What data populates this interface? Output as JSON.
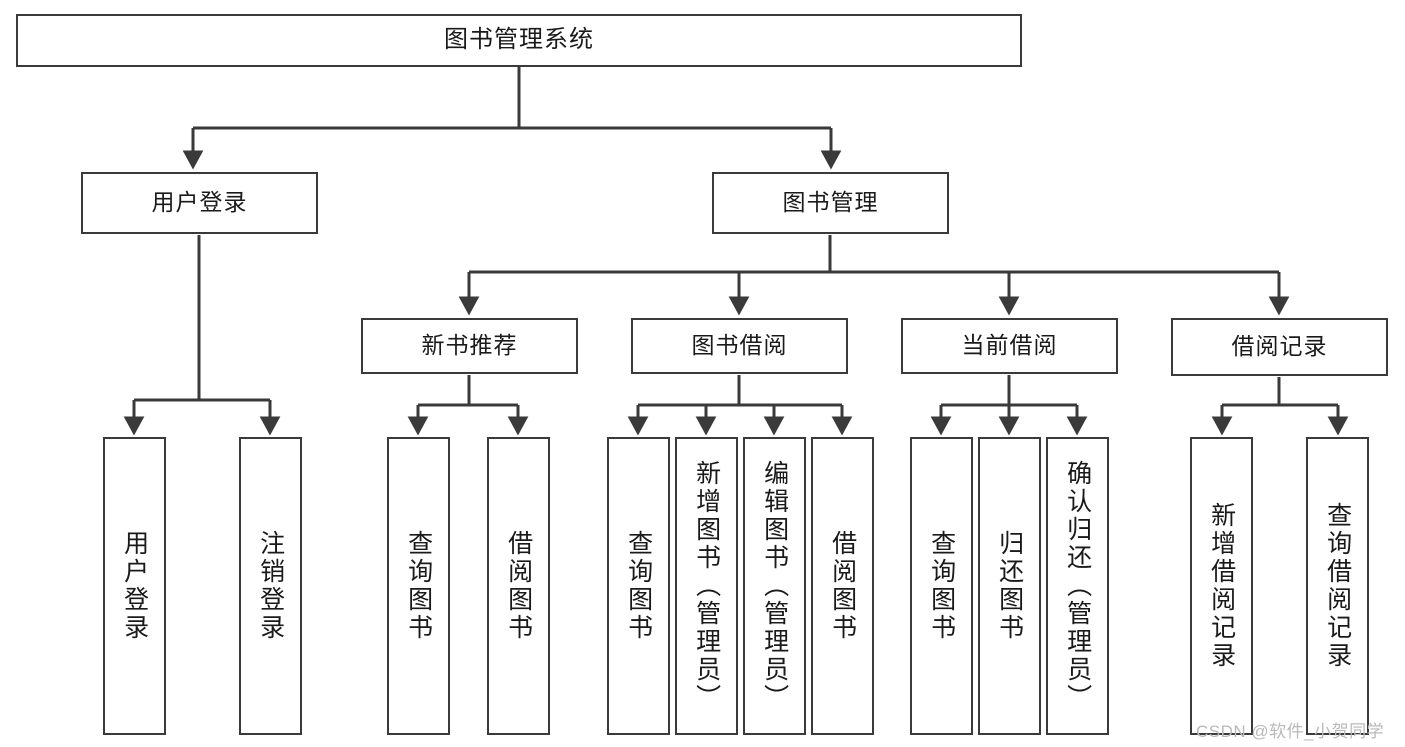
{
  "diagram": {
    "title": "图书管理系统",
    "type": "tree",
    "root": {
      "label": "图书管理系统"
    },
    "level1": [
      {
        "label": "用户登录"
      },
      {
        "label": "图书管理"
      }
    ],
    "level2": [
      {
        "label": "新书推荐",
        "parent": "图书管理"
      },
      {
        "label": "图书借阅",
        "parent": "图书管理"
      },
      {
        "label": "当前借阅",
        "parent": "图书管理"
      },
      {
        "label": "借阅记录",
        "parent": "图书管理"
      }
    ],
    "leaves": {
      "user_login": [
        {
          "label": "用户登录"
        },
        {
          "label": "注销登录"
        }
      ],
      "new_book_recommend": [
        {
          "label": "查询图书"
        },
        {
          "label": "借阅图书"
        }
      ],
      "book_borrow": [
        {
          "label": "查询图书"
        },
        {
          "label": "新增图书（管理员）"
        },
        {
          "label": "编辑图书（管理员）"
        },
        {
          "label": "借阅图书"
        }
      ],
      "current_borrow": [
        {
          "label": "查询图书"
        },
        {
          "label": "归还图书"
        },
        {
          "label": "确认归还（管理员）"
        }
      ],
      "borrow_record": [
        {
          "label": "新增借阅记录"
        },
        {
          "label": "查询借阅记录"
        }
      ]
    }
  },
  "watermark": {
    "text": "CSDN @软件_小贺同学"
  },
  "colors": {
    "stroke": "#3a3a3a",
    "box_fill": "#ffffff",
    "text": "#1a1a1a",
    "watermark": "#b9b9b9"
  }
}
